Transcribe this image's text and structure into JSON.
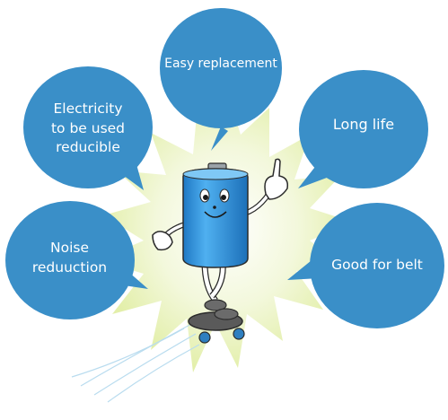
{
  "diagram": {
    "colors": {
      "bubble": "#3a8fc8",
      "bubble_edge": "#2b7cb4",
      "burst": "#eef5c8",
      "battery": "#2f8fd8",
      "battery_cap": "#9aa2a8"
    },
    "bubbles": [
      {
        "id": "top",
        "label": "Easy replacement"
      },
      {
        "id": "left",
        "label": "Electricity\nto be used\nreducible"
      },
      {
        "id": "right",
        "label": "Long life"
      },
      {
        "id": "bottom-left",
        "label": "Noise\nreduuction"
      },
      {
        "id": "bottom-right",
        "label": "Good for belt"
      }
    ],
    "mascot": {
      "icon": "battery-mascot-icon"
    }
  }
}
